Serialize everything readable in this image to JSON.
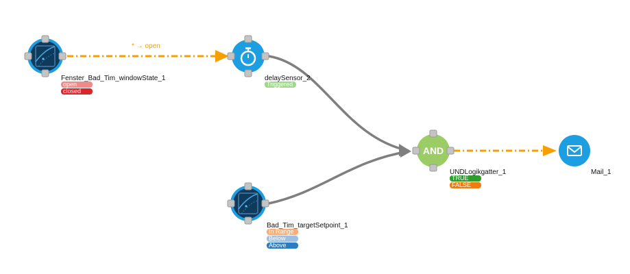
{
  "colors": {
    "accent_orange": "#f5a000",
    "connector_gray": "#7f7f7f",
    "node_blue": "#1d9ee0",
    "node_green": "#9ccc65",
    "device_dark": "#0e3a5c"
  },
  "nodes": {
    "fenster": {
      "label": "Fenster_Bad_Tim_windowState_1",
      "icon": "window-sensor-icon",
      "states": [
        {
          "text": "open",
          "color": "#f08a8a"
        },
        {
          "text": "closed",
          "color": "#d8262c"
        }
      ]
    },
    "delay": {
      "label": "delaySensor_2",
      "icon": "stopwatch-icon",
      "states": [
        {
          "text": "Triggered",
          "color": "#9ed88b"
        }
      ]
    },
    "and_gate": {
      "label": "UNDLogikgatter_1",
      "text": "AND",
      "states": [
        {
          "text": "TRUE",
          "color": "#2e9c2e"
        },
        {
          "text": "FALSE",
          "color": "#f07b0f"
        }
      ]
    },
    "mail": {
      "label": "Mail_1",
      "icon": "envelope-icon"
    },
    "setpoint": {
      "label": "Bad_Tim_targetSetpoint_1",
      "icon": "thermostat-icon",
      "states": [
        {
          "text": "In Range",
          "color": "#f7ae78"
        },
        {
          "text": "Below",
          "color": "#9fbfe2"
        },
        {
          "text": "Above",
          "color": "#2b7cc2"
        }
      ]
    }
  },
  "links": {
    "fenster_to_delay": {
      "label": "* → open"
    }
  }
}
